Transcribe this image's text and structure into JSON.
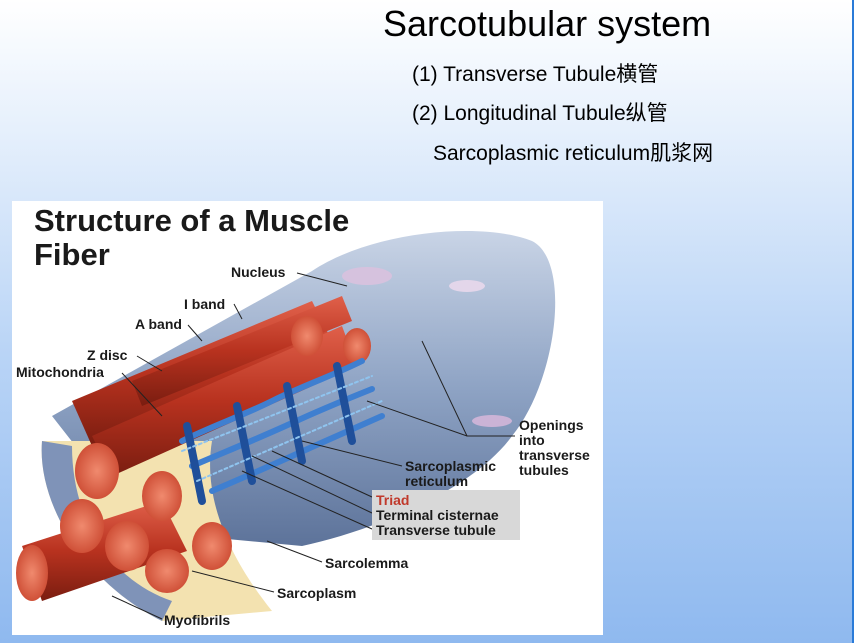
{
  "slide": {
    "title": "Sarcotubular system",
    "bullets": [
      "(1) Transverse Tubule横管",
      "(2) Longitudinal Tubule纵管",
      "Sarcoplasmic reticulum肌浆网"
    ]
  },
  "figure": {
    "title_line1": "Structure of a Muscle",
    "title_line2": "Fiber",
    "labels": {
      "nucleus": "Nucleus",
      "i_band": "I band",
      "a_band": "A band",
      "z_disc": "Z disc",
      "mitochondria": "Mitochondria",
      "openings_1": "Openings",
      "openings_2": "into",
      "openings_3": "transverse",
      "openings_4": "tubules",
      "sr_1": "Sarcoplasmic",
      "sr_2": "reticulum",
      "triad": "Triad",
      "terminal_cisternae": "Terminal cisternae",
      "transverse_tubule": "Transverse tubule",
      "sarcolemma": "Sarcolemma",
      "sarcoplasm": "Sarcoplasm",
      "myofibrils": "Myofibrils"
    },
    "colors": {
      "myofibril": "#b8321f",
      "sarcolemma": "#8ea3c4",
      "tubule": "#3f7fd0",
      "triad_label": "#c0392b"
    }
  }
}
